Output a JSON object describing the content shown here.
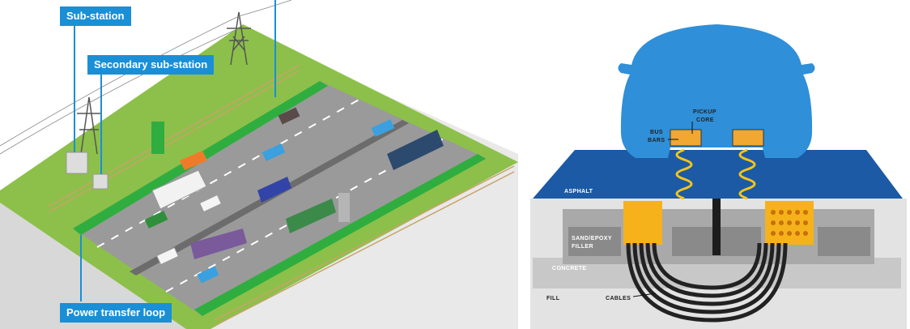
{
  "left_diagram": {
    "callouts": {
      "substation": "Sub-station",
      "secondary_substation": "Secondary sub-station",
      "power_transfer_loop": "Power transfer loop"
    }
  },
  "right_diagram": {
    "labels": {
      "pickup": "PICKUP",
      "core": "CORE",
      "bus": "BUS",
      "bars": "BARS",
      "asphalt": "ASPHALT",
      "sand_epoxy": "SAND/EPOXY",
      "filler": "FILLER",
      "concrete": "CONCRETE",
      "fill": "FILL",
      "cables": "CABLES"
    }
  },
  "colors": {
    "callout_blue": "#1a8fd6",
    "grass_green": "#8cc04a",
    "lane_green": "#2fae3f",
    "asphalt_blue": "#1c5aa6",
    "car_blue": "#2f8fd8",
    "coil_yellow": "#f5c518"
  }
}
